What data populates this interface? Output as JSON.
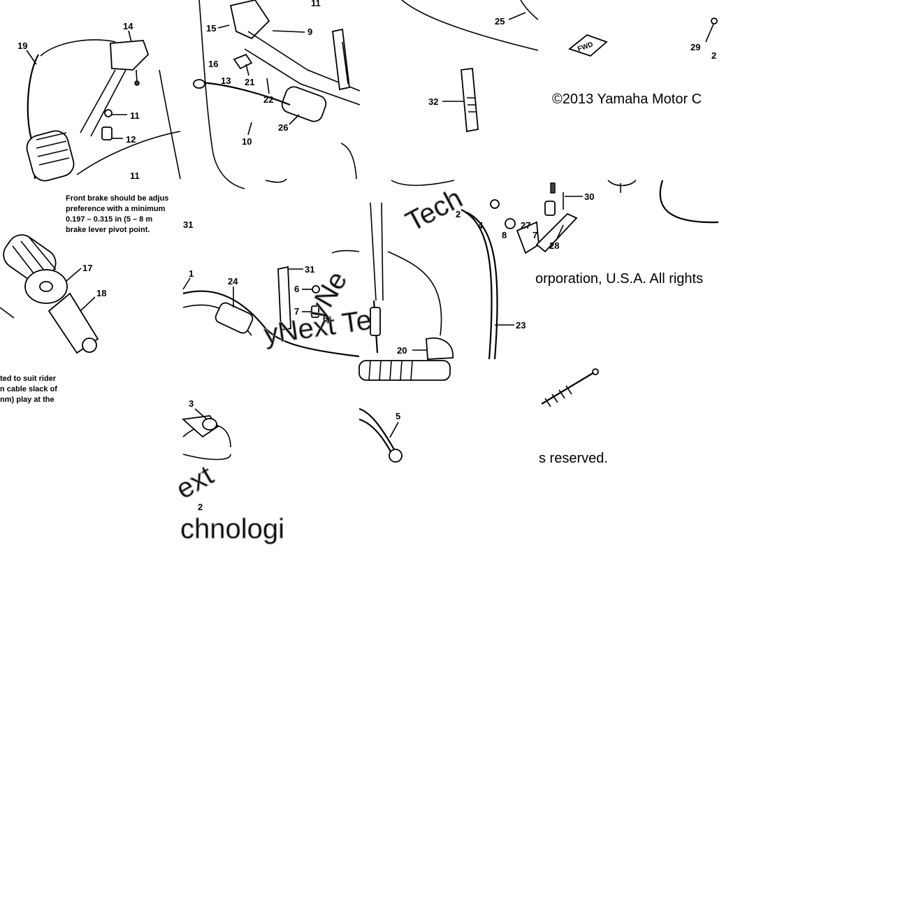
{
  "copyright": {
    "line1": "©2013 Yamaha Motor C",
    "line2": "orporation, U.S.A. All rights",
    "line3": "s reserved."
  },
  "note": {
    "lines": [
      "Front brake should be adjus",
      "preference with a minimum",
      "0.197 – 0.315 in (5 – 8 m",
      "brake lever pivot point."
    ],
    "tail_lines": [
      "ted to suit rider",
      "n cable slack of",
      "nm) play at the"
    ]
  },
  "fwd_label": "FWD",
  "watermark": {
    "texts": [
      "Tech",
      "yNext Te",
      "yNe",
      "ext",
      "chnologi"
    ]
  },
  "callouts": {
    "c1": "1",
    "c2a": "2",
    "c2b": "2",
    "c3": "3",
    "c4": "4",
    "c5": "5",
    "c6a": "6",
    "c6b": "6",
    "c7a": "7",
    "c7b": "7",
    "c8": "8",
    "c9": "9",
    "c10": "10",
    "c11a": "11",
    "c11b": "11",
    "c11c": "11",
    "c12": "12",
    "c13": "13",
    "c14": "14",
    "c15": "15",
    "c16": "16",
    "c17": "17",
    "c18": "18",
    "c19": "19",
    "c20": "20",
    "c21": "21",
    "c22": "22",
    "c23": "23",
    "c24": "24",
    "c25": "25",
    "c26": "26",
    "c27": "27",
    "c28": "28",
    "c29": "29",
    "c30": "30",
    "c31a": "31",
    "c31b": "31",
    "c32": "32"
  }
}
